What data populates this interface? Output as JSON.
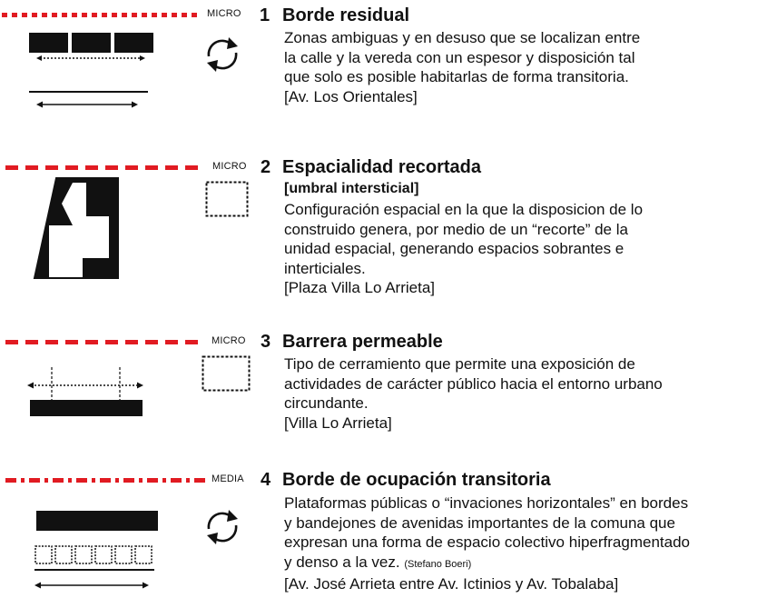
{
  "colors": {
    "dash_red": "#e11b22",
    "ink": "#111111"
  },
  "entries": [
    {
      "number": "1",
      "scale": "MICRO",
      "title": "Borde residual",
      "subtitle": "",
      "icon": "cycle-arrows-icon",
      "diagram": "segmented-bar-with-double-arrow",
      "lines": [
        "Zonas ambiguas y en desuso que se localizan entre",
        "la calle y la vereda con un espesor y disposición tal",
        "que solo es posible habitarlas de forma transitoria.",
        "[Av. Los Orientales]"
      ]
    },
    {
      "number": "2",
      "scale": "MICRO",
      "title": "Espacialidad recortada",
      "subtitle": "[umbral intersticial]",
      "icon": "dashed-square-icon",
      "diagram": "cut-out-plan-diagram",
      "lines": [
        "Configuración espacial en la que la disposicion de lo",
        "construido genera, por medio de un “recorte” de la",
        "unidad espacial, generando espacios sobrantes e",
        "interticiales.",
        "[Plaza Villa Lo Arrieta]"
      ]
    },
    {
      "number": "3",
      "scale": "MICRO",
      "title": "Barrera permeable",
      "subtitle": "",
      "icon": "dashed-square-icon",
      "diagram": "bar-with-dotted-extension",
      "lines": [
        "Tipo de cerramiento que permite una exposición de",
        "actividades de carácter público hacia el entorno urbano",
        "circundante.",
        "[Villa Lo Arrieta]"
      ]
    },
    {
      "number": "4",
      "scale": "MEDIA",
      "title": "Borde de ocupación transitoria",
      "subtitle": "",
      "icon": "cycle-arrows-icon",
      "diagram": "bar-and-dotted-squares",
      "lines": [
        "Plataformas públicas o “invaciones horizontales” en bordes",
        "y bandejones de avenidas importantes de la comuna que",
        "expresan una forma de espacio colectivo hiperfragmentado",
        "y denso a la vez."
      ],
      "citation": "(Stefano Boeri)",
      "last_line": "[Av. José Arrieta entre Av. Ictinios y Av. Tobalaba]"
    }
  ]
}
